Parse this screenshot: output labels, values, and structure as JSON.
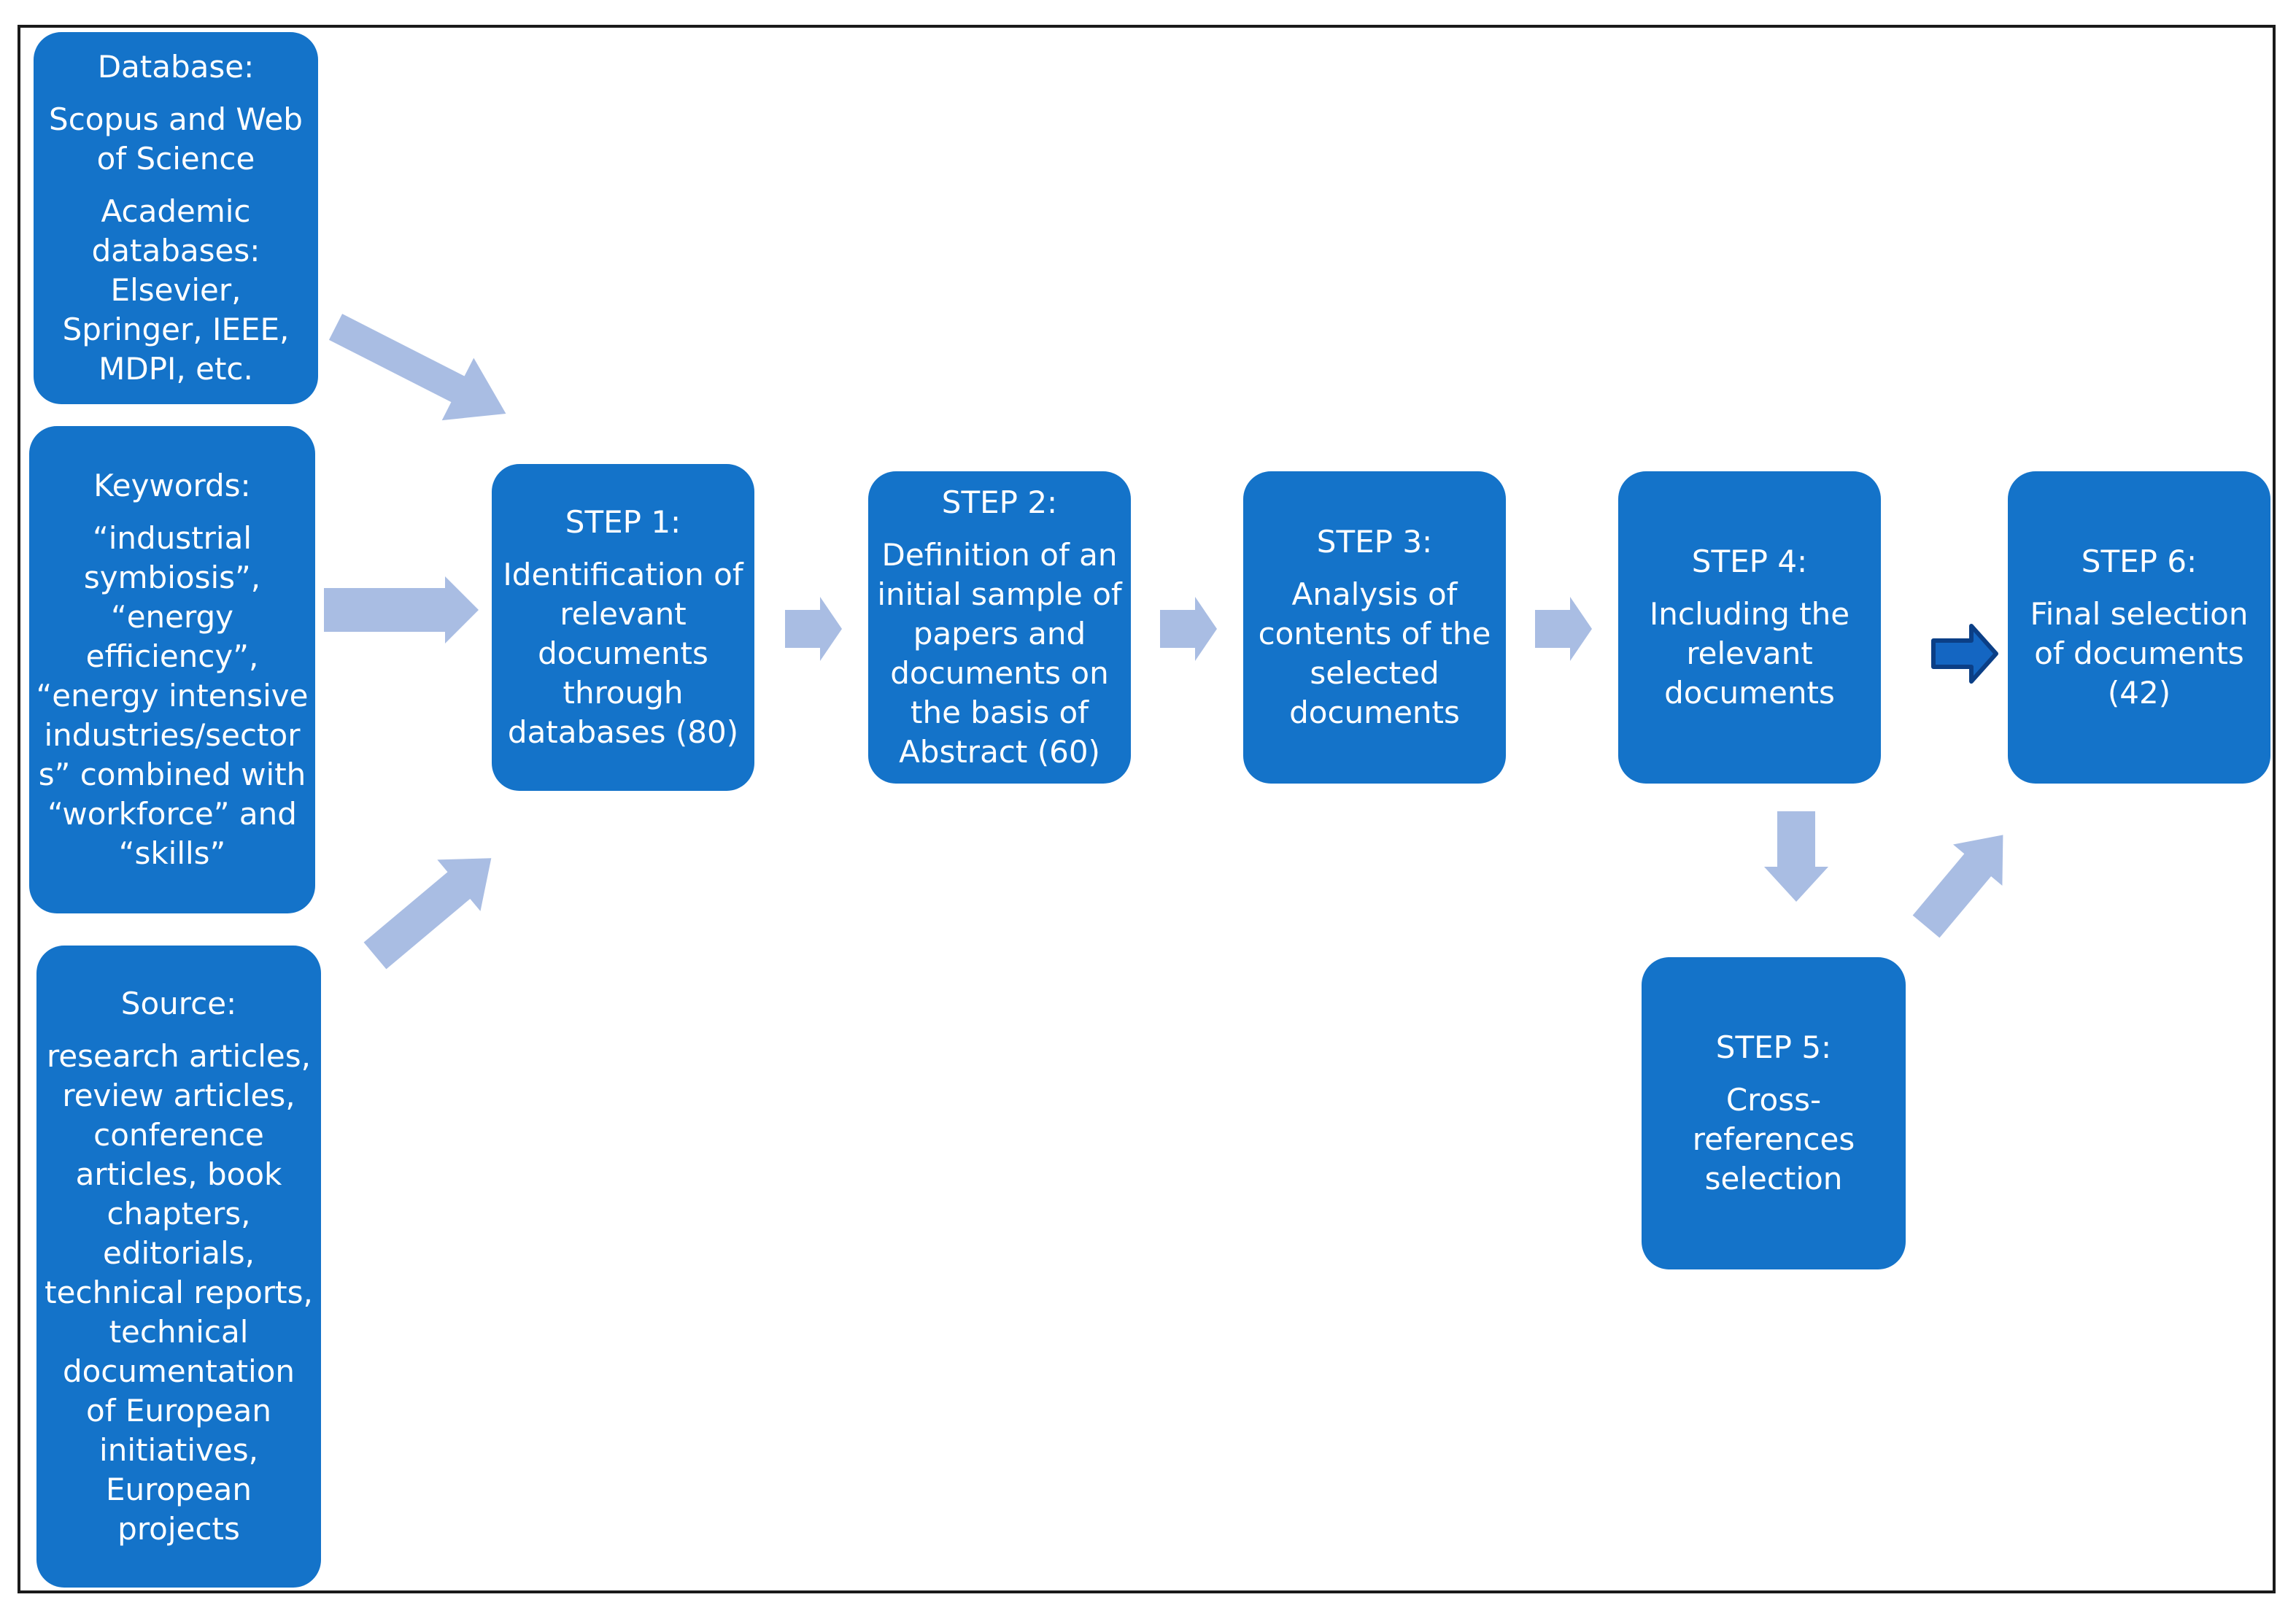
{
  "inputs": {
    "database": {
      "heading": "Database:",
      "lines": [
        "Scopus and Web",
        "of Science",
        "",
        "Academic",
        "databases:",
        "Elsevier,",
        "Springer, IEEE,",
        "MDPI, etc."
      ]
    },
    "keywords": {
      "heading": "Keywords:",
      "lines": [
        "“industrial",
        "symbiosis”,",
        "“energy",
        "efficiency”,",
        "“energy intensive",
        "industries/sector",
        "s” combined with",
        "“workforce” and",
        "“skills”"
      ]
    },
    "source": {
      "heading": "Source:",
      "lines": [
        "research articles,",
        "review articles,",
        "conference",
        "articles, book",
        "chapters,",
        "editorials,",
        "technical reports,",
        "technical",
        "documentation",
        "of European",
        "initiatives,",
        "European",
        "projects"
      ]
    }
  },
  "steps": [
    {
      "label": "STEP 1:",
      "lines": [
        "Identification of",
        "relevant",
        "documents",
        "through",
        "databases (80)"
      ]
    },
    {
      "label": "STEP 2:",
      "lines": [
        "Definition of an",
        "initial sample of",
        "papers and",
        "documents on",
        "the basis of",
        "Abstract (60)"
      ]
    },
    {
      "label": "STEP 3:",
      "lines": [
        "Analysis of",
        "contents of  the",
        "selected",
        "documents"
      ]
    },
    {
      "label": "STEP 4:",
      "lines": [
        "Including the",
        "relevant",
        "documents"
      ]
    },
    {
      "label": "STEP 5:",
      "lines": [
        "Cross-",
        "references",
        "selection"
      ]
    },
    {
      "label": "STEP 6:",
      "lines": [
        "Final selection",
        "of documents",
        "(42)"
      ]
    }
  ],
  "colors": {
    "box": "#1473C9",
    "arrow_light": "#A9BDE3",
    "arrow_dark": "#1466C2",
    "arrow_dark_outline": "#0B3F86",
    "frame": "#1a1a1a"
  }
}
